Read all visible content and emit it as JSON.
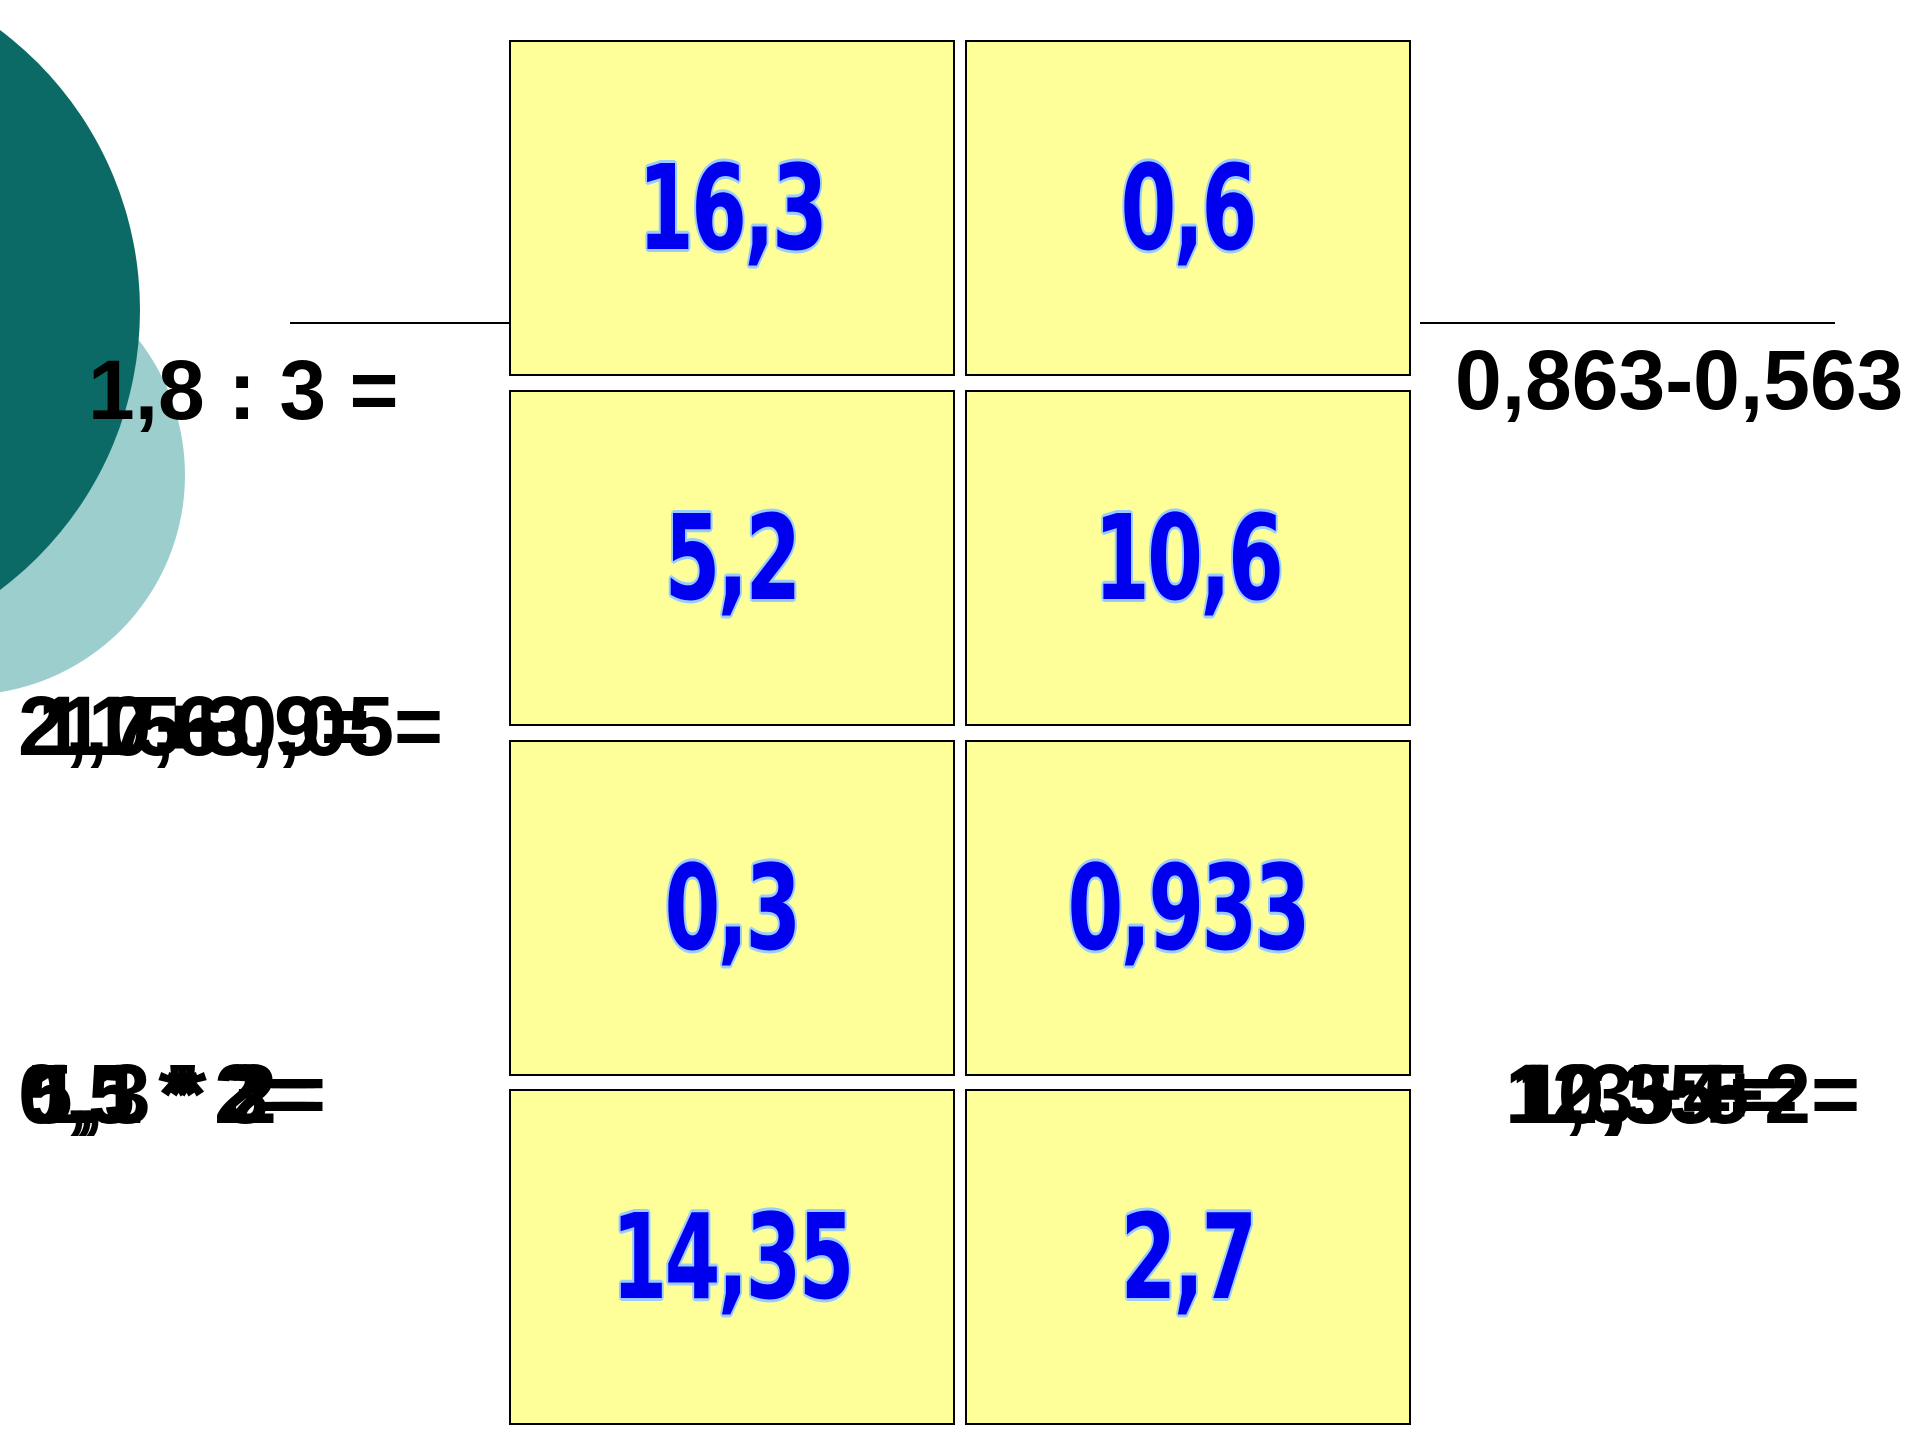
{
  "colors": {
    "card_fill": "#ffff99",
    "card_text": "#0000ee",
    "card_outline": "#99ccff",
    "circle_dark": "#0b6a66",
    "circle_light": "#9ccece"
  },
  "left_expressions": {
    "row1": "1,8 : 3 =",
    "row2_layers": [
      "2,15+0,05=",
      "1,7+3,9=",
      "10,6"
    ],
    "row3_layers": [
      "0,5 * 2=",
      "5,1 * 3=",
      "1,3 * 2="
    ]
  },
  "right_expressions": {
    "row1": "0,863-0,563",
    "row3_layers": [
      "12,35+2=",
      "10,5:5=",
      "1,3+4="
    ]
  },
  "cards": [
    {
      "value": "16,3"
    },
    {
      "value": "0,6"
    },
    {
      "value": "5,2"
    },
    {
      "value": "10,6"
    },
    {
      "value": "0,3"
    },
    {
      "value": "0,933"
    },
    {
      "value": "14,35"
    },
    {
      "value": "2,7"
    }
  ]
}
